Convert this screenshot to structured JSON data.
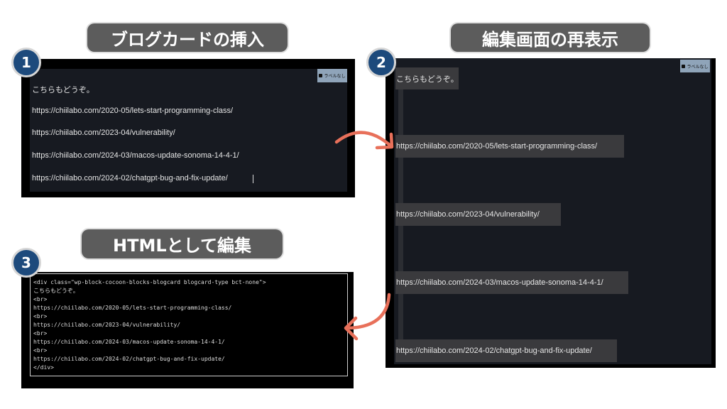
{
  "steps": [
    {
      "number": "1",
      "title": "ブログカードの挿入"
    },
    {
      "number": "2",
      "title": "編集画面の再表示"
    },
    {
      "number": "3",
      "title": "HTMLとして編集"
    }
  ],
  "label_badge": "ラベルなし",
  "panel1": {
    "lines": [
      "こちらもどうぞ。",
      "https://chiilabo.com/2020-05/lets-start-programming-class/",
      "https://chiilabo.com/2023-04/vulnerability/",
      "https://chiilabo.com/2024-03/macos-update-sonoma-14-4-1/",
      "https://chiilabo.com/2024-02/chatgpt-bug-and-fix-update/"
    ]
  },
  "panel2": {
    "blocks": [
      "こちらもどうぞ。",
      "https://chiilabo.com/2020-05/lets-start-programming-class/",
      "https://chiilabo.com/2023-04/vulnerability/",
      "https://chiilabo.com/2024-03/macos-update-sonoma-14-4-1/",
      "https://chiilabo.com/2024-02/chatgpt-bug-and-fix-update/"
    ]
  },
  "panel3": {
    "lines": [
      "<div class=\"wp-block-cocoon-blocks-blogcard blogcard-type bct-none\">",
      "こちらもどうぞ。",
      "<br>",
      "https://chiilabo.com/2020-05/lets-start-programming-class/",
      "<br>",
      "https://chiilabo.com/2023-04/vulnerability/",
      "<br>",
      "https://chiilabo.com/2024-03/macos-update-sonoma-14-4-1/",
      "<br>",
      "https://chiilabo.com/2024-02/chatgpt-bug-and-fix-update/",
      "</div>"
    ]
  },
  "colors": {
    "arrow": "#e8705a",
    "badge": "#1d4a7c",
    "pill": "#5c5c5c"
  }
}
